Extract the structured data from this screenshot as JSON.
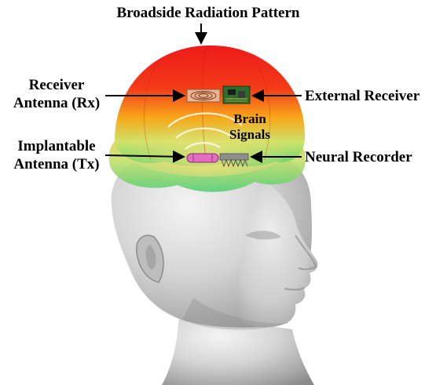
{
  "labels": {
    "title": "Broadside Radiation Pattern",
    "receiver_line1": "Receiver",
    "receiver_line2": "Antenna (Rx)",
    "external_receiver": "External Receiver",
    "brain_line1": "Brain",
    "brain_line2": "Signals",
    "implantable_line1": "Implantable",
    "implantable_line2": "Antenna (Tx)",
    "neural_recorder": "Neural Recorder"
  },
  "colors": {
    "pattern_top": "#ee1b1b",
    "pattern_mid": "#f8a81a",
    "pattern_low": "#cfe36a",
    "pattern_bottom": "#5fd36f",
    "head": "#cfcfcf",
    "receiver_chip": "#2e6b2e",
    "rx_antenna": "#e9b48f",
    "tx_antenna": "#e16ec1"
  },
  "icons": {
    "receiver_antenna": "spiral-antenna-icon",
    "external_receiver": "circuit-board-icon",
    "implantable_antenna": "implant-antenna-icon",
    "neural_recorder": "electrode-array-icon"
  }
}
